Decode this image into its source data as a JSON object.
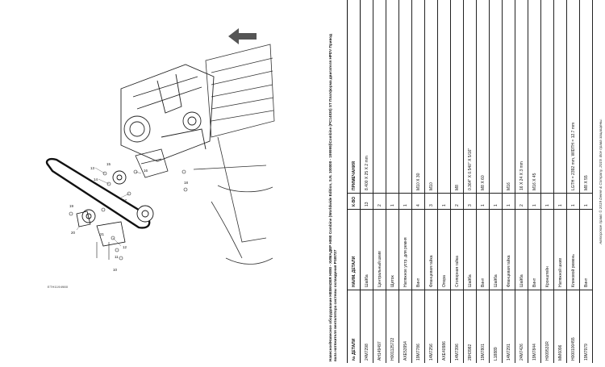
{
  "diagram": {
    "code": "ETH1194980",
    "callouts": [
      "13",
      "14",
      "15",
      "16",
      "17",
      "18",
      "19",
      "20",
      "21",
      "12",
      "11",
      "10"
    ]
  },
  "header": {
    "line1": "Навесное\\Навесное оборудование HEIMADER H890 - ХИМАДЕР H890 Combine (Worldwide Edition, S.N. 100000 - 199999)\\Combine (PC14830) ST Платформа двигателя HPDV Привод",
    "line2": "вала натяжителя вентилятора системы охлаждения PSI8727"
  },
  "table": {
    "columns": {
      "part": "№ ДЕТАЛИ",
      "name": "НАИМ. ДЕТАЛИ",
      "qty": "К-ВО",
      "notes": "ПРИМЕЧАНИЯ"
    },
    "rows": [
      {
        "part": "24M7298",
        "name": "Шайба",
        "qty": "13",
        "notes": "8.400 X 25 X 2 mm"
      },
      {
        "part": "AH149497",
        "name": "Центральный шкив",
        "qty": "2",
        "notes": ""
      },
      {
        "part": "H001125722",
        "name": "Щиток",
        "qty": "1",
        "notes": ""
      },
      {
        "part": "AXE53954",
        "name": "Натяжное устр. для ремня",
        "qty": "1",
        "notes": ""
      },
      {
        "part": "19M7786",
        "name": "Винт",
        "qty": "4",
        "notes": "M10 X 30"
      },
      {
        "part": "14M7256",
        "name": "Фланцевая гайка",
        "qty": "3",
        "notes": "M10"
      },
      {
        "part": "AXE40986",
        "name": "Опора",
        "qty": "1",
        "notes": ""
      },
      {
        "part": "14M7396",
        "name": "Стопорная гайка",
        "qty": "2",
        "notes": "M8"
      },
      {
        "part": "28H3982",
        "name": "Шайба",
        "qty": "3",
        "notes": "0.364\" X 0.540\" X 5/16\""
      },
      {
        "part": "19M7801",
        "name": "Винт",
        "qty": "1",
        "notes": "M8 X 60"
      },
      {
        "part": "L18889",
        "name": "Шайба",
        "qty": "1",
        "notes": ""
      },
      {
        "part": "14M7291",
        "name": "Фланцевая гайка",
        "qty": "1",
        "notes": "M16"
      },
      {
        "part": "24M7426",
        "name": "Шайба",
        "qty": "2",
        "notes": "16 X 24 X 3 mm"
      },
      {
        "part": "19M7844",
        "name": "Винт",
        "qty": "1",
        "notes": "M16 X 45"
      },
      {
        "part": "H009531R",
        "name": "Кронштейн",
        "qty": "1",
        "notes": ""
      },
      {
        "part": "MM6096",
        "name": "Натяжной шкив",
        "qty": "1",
        "notes": ""
      },
      {
        "part": "H000100455",
        "name": "Клиновой ремень",
        "qty": "1",
        "notes": "LGTH = 2392 mm, WIDTH = 12.7 mm"
      },
      {
        "part": "19M7979",
        "name": "Винт",
        "qty": "1",
        "notes": "M8 X 55"
      }
    ]
  },
  "footer": {
    "copyright": "Авторское право © 2019 Deere & Company, 2019. Все права защищены."
  }
}
